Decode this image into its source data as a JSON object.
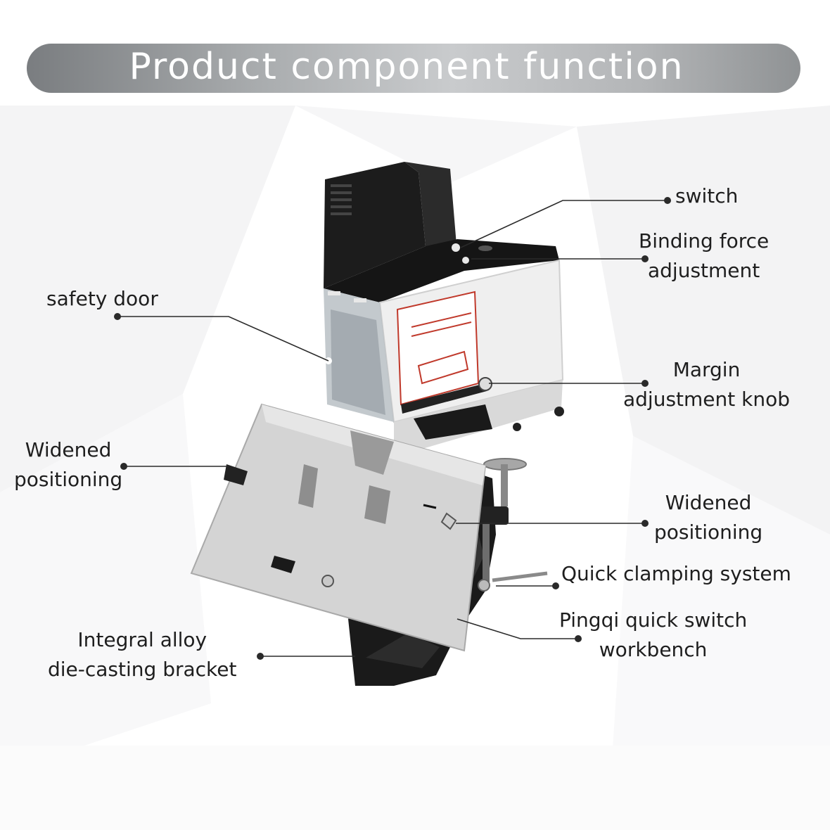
{
  "title": "Product component function",
  "labels": {
    "switch": [
      "switch"
    ],
    "binding_force": [
      "Binding force",
      "adjustment"
    ],
    "safety_door": [
      "safety door"
    ],
    "margin_knob": [
      "Margin",
      "adjustment knob"
    ],
    "widened_left": [
      "Widened",
      "positioning"
    ],
    "widened_right": [
      "Widened",
      "positioning"
    ],
    "quick_clamping": [
      "Quick clamping system"
    ],
    "pingqi": [
      "Pingqi quick switch",
      "workbench"
    ],
    "bracket": [
      "Integral alloy",
      "die-casting bracket"
    ]
  },
  "colors": {
    "banner_text": "#ffffff",
    "label_text": "#1e1e1e",
    "leader_line": "#2a2a2a",
    "machine_body_dark": "#1c1c1c",
    "machine_body_light": "#eeeeee",
    "plate": "#d8d8d8"
  }
}
